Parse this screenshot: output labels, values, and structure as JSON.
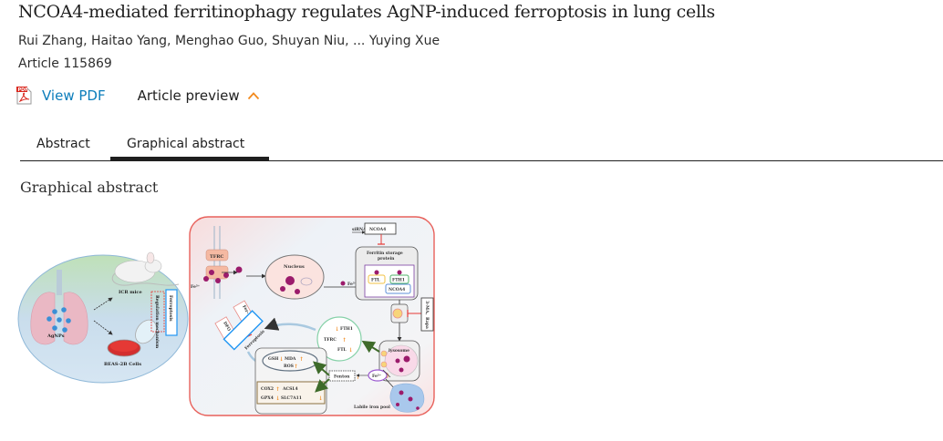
{
  "article": {
    "title": "NCOA4-mediated ferritinophagy regulates AgNP-induced ferroptosis in lung cells",
    "authors": "Rui Zhang, Haitao Yang, Menghao Guo, Shuyan Niu, ... Yuying Xue",
    "article_number": "Article 115869"
  },
  "actions": {
    "view_pdf": "View PDF",
    "pdf_icon_badge": "PDF",
    "article_preview": "Article preview",
    "preview_expanded": true
  },
  "tabs": [
    {
      "label": "Abstract",
      "active": false
    },
    {
      "label": "Graphical abstract",
      "active": true
    }
  ],
  "section": {
    "heading": "Graphical abstract"
  },
  "figure": {
    "left_panel": {
      "agnps": "AgNPs",
      "mice": "ICR mice",
      "cells": "BEAS-2B Cells",
      "regulation": "Regulation mechanism",
      "ferroptosis": "Ferroptosis"
    },
    "right_panel": {
      "tfrc": "TFRC",
      "fe3": "Fe³⁺",
      "nucleus": "Nucleus",
      "fe3_b": "Fe³⁺",
      "sirna": "siRNA",
      "ncoa4_top": "NCOA4",
      "ferritin_line1": "Ferritin storage",
      "ferritin_line2": "protein",
      "ftl": "FTL",
      "fth1": "FTH1",
      "ncoa4": "NCOA4",
      "inhibitors": "3-MA、Rapa",
      "fer1": "Fer-1",
      "dfo": "DFO",
      "ferroptosis": "Ferroptosis",
      "fth1_b": "FTH1",
      "tfrc_b": "TFRC",
      "ftl_b": "FTL",
      "lysosome": "lysosome",
      "gsh": "GSH",
      "mda": "MDA",
      "ros": "ROS",
      "fenton": "Fenton",
      "fe2": "Fe²⁺",
      "cox2": "COX2",
      "acsl4": "ACSL4",
      "gpx4": "GPX4",
      "slc7a11": "SLC7A11",
      "labile": "Labile iron pool"
    },
    "colors": {
      "frame_red": "#e8615b",
      "ferroptosis_blue": "#2196f3",
      "arrow_orange": "#f28a1e",
      "iron_purple": "#9b1b6b",
      "inhibit_red": "#e53935"
    }
  }
}
